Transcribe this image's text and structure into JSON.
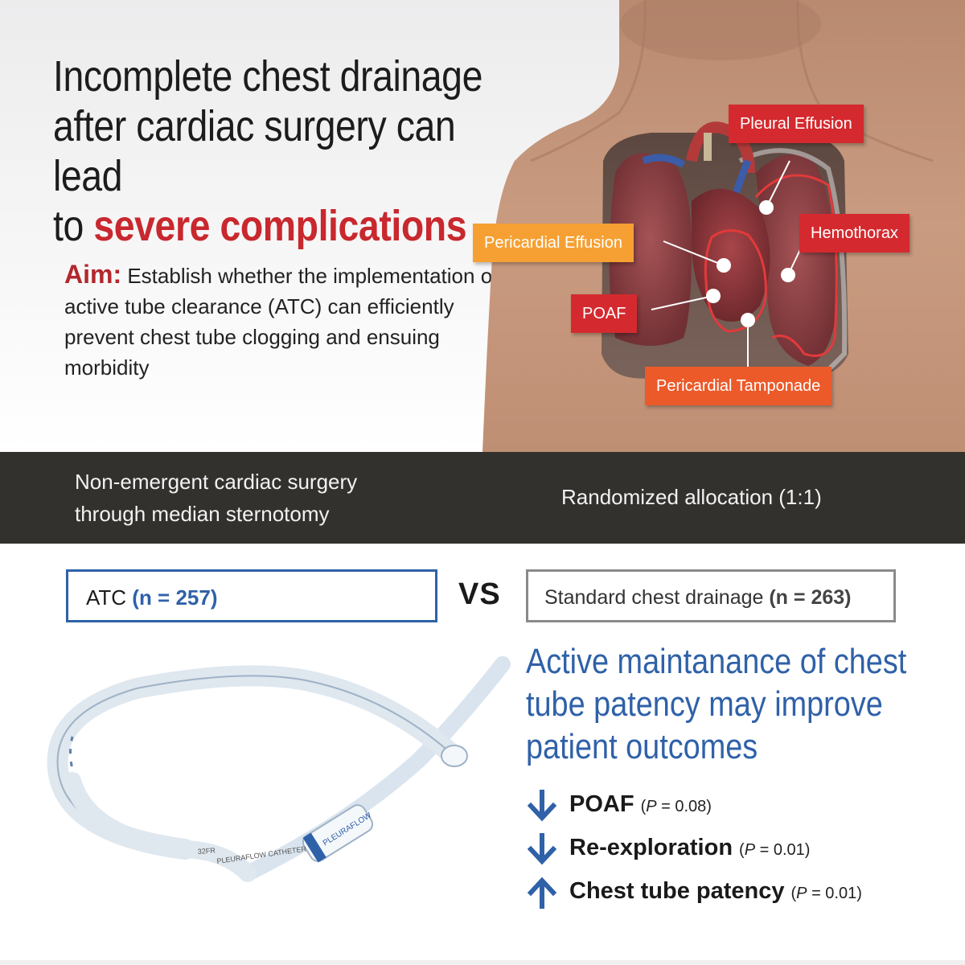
{
  "headline": {
    "line1": "Incomplete chest drainage",
    "line2": "after cardiac surgery can lead",
    "line3_prefix": "to ",
    "line3_accent": "severe complications"
  },
  "aim": {
    "label": "Aim:",
    "text": "Establish whether the implementation of active tube clearance (ATC) can efficiently prevent chest tube clogging and ensuing morbidity"
  },
  "callouts": {
    "pleural_effusion": "Pleural Effusion",
    "hemothorax": "Hemothorax",
    "pericardial_effusion": "Pericardial Effusion",
    "poaf": "POAF",
    "pericardial_tamponade": "Pericardial Tamponade"
  },
  "band": {
    "left_line1": "Non-emergent cardiac surgery",
    "left_line2": "through median sternotomy",
    "right": "Randomized allocation (1:1)"
  },
  "groups": {
    "atc_label": "ATC ",
    "atc_n": "(n = 257)",
    "vs": "VS",
    "standard_label": "Standard chest drainage ",
    "standard_n": "(n = 263)"
  },
  "conclusion": "Active maintanance of chest tube patency may improve patient outcomes",
  "outcomes": [
    {
      "name": "POAF",
      "p_label": "P",
      "p_value": " = 0.08",
      "direction": "down"
    },
    {
      "name": "Re-exploration",
      "p_label": "P",
      "p_value": " = 0.01",
      "direction": "down"
    },
    {
      "name": "Chest tube patency",
      "p_label": "P",
      "p_value": " = 0.01",
      "direction": "up"
    }
  ],
  "catheter": {
    "brand_text": "PLEURAFLOW CATHETER",
    "size_text": "32FR",
    "logo_text": "PLEURAFLOW"
  },
  "colors": {
    "accent_red": "#c8282e",
    "callout_red": "#d42a2f",
    "callout_orange": "#ec5a2a",
    "callout_yellow": "#f6a033",
    "blue": "#2f61a8",
    "band": "#33312e"
  }
}
